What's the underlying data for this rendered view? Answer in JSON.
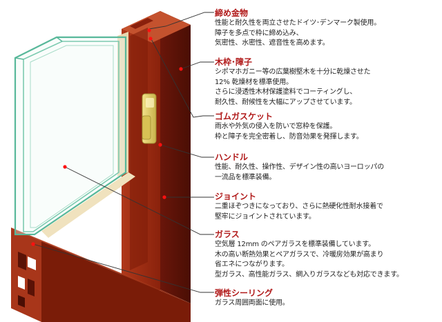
{
  "colors": {
    "accent_title": "#b01818",
    "wood_front": "#9a2a10",
    "wood_side": "#5a1206",
    "wood_top": "#c24a2a",
    "glass_edge": "#58b89a",
    "handle": "#e0cc66",
    "leader": "#333333",
    "marker_dot": "#e00000"
  },
  "annotations": [
    {
      "title": "締め金物",
      "lines": [
        "性能と耐久性を両立させたドイツ･デンマーク製使用。",
        "障子を多点で枠に締め込み、",
        "気密性、水密性、遮音性を高めます。"
      ]
    },
    {
      "title": "木枠･障子",
      "lines": [
        "シポマホガニー等の広葉樹堅木を十分に乾燥させた",
        "12% 乾燥材を標準使用。",
        "さらに浸透性木材保護塗料でコーティングし、",
        "耐久性、耐候性を大幅にアップさせています。"
      ]
    },
    {
      "title": "ゴムガスケット",
      "lines": [
        "雨水や外気の侵入を防いで窓枠を保護。",
        "枠と障子を完全密着し、防音効果を発揮します。"
      ]
    },
    {
      "title": "ハンドル",
      "lines": [
        "性能、耐久性、操作性、デザイン性の高いヨーロッパの",
        "一流品を標準装備。"
      ]
    },
    {
      "title": "ジョイント",
      "lines": [
        "二重ほぞつきになっており、さらに熱硬化性耐水接着で",
        "堅牢にジョイントされています。"
      ]
    },
    {
      "title": "ガラス",
      "lines": [
        "空気層 12mm のペアガラスを標準装備しています。",
        "木の高い断熱効果とペアガラスで、冷暖房効果が高まり",
        "省エネにつながります。",
        "型ガラス、高性能ガラス、網入りガラスなども対応できます。"
      ]
    },
    {
      "title": "弾性シーリング",
      "lines": [
        "ガラス周囲両面に使用。"
      ]
    }
  ]
}
